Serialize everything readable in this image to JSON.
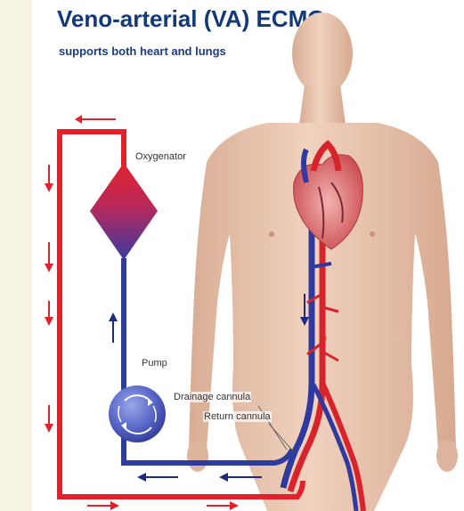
{
  "title": "Veno-arterial (VA) ECMO",
  "subtitle": "supports both  heart and lungs",
  "labels": {
    "oxygenator": "Oxygenator",
    "pump": "Pump",
    "drainage_cannula": "Drainage cannula",
    "return_cannula": "Return cannula"
  },
  "colors": {
    "arterial": "#e3212b",
    "venous": "#2e3c9e",
    "title": "#123a78",
    "skin": "#e8c4ad"
  }
}
